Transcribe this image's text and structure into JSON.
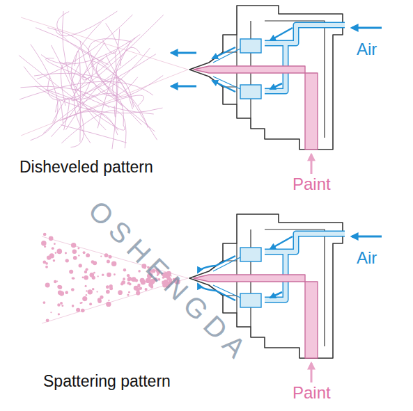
{
  "diagram": {
    "labels": [
      "Air",
      "Paint",
      "Disheveled pattern",
      "Air",
      "Paint",
      "Spattering pattern",
      "OSHENGDA"
    ]
  }
}
